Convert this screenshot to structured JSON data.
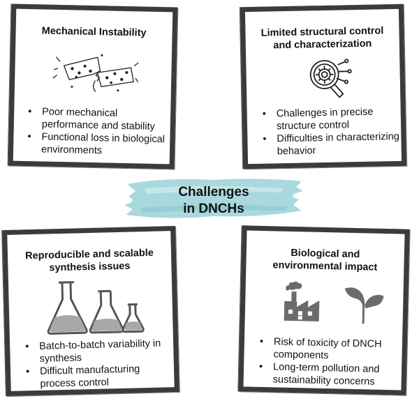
{
  "center": {
    "line1": "Challenges",
    "line2": "in DNCHs"
  },
  "cards": {
    "mechanical": {
      "title": "Mechanical Instability",
      "bullets": [
        "Poor mechanical performance and stability",
        "Functional loss in biological environments"
      ],
      "icon": "broken-strip-icon"
    },
    "structural": {
      "title_line1": "Limited structural control",
      "title_line2": "and characterization",
      "bullets": [
        "Challenges in precise structure control",
        "Difficulties in characterizing behavior"
      ],
      "icon": "magnifier-gear-icon"
    },
    "synthesis": {
      "title_line1": "Reproducible and scalable",
      "title_line2": "synthesis issues",
      "bullets": [
        "Batch-to-batch variability in synthesis",
        "Difficult manufacturing process control"
      ],
      "icon": "flask-icons"
    },
    "impact": {
      "title_line1": "Biological and",
      "title_line2": "environmental impact",
      "bullets": [
        "Risk of toxicity of DNCH components",
        "Long-term pollution and sustainability concerns"
      ],
      "icon": "factory-and-sprout-icons"
    }
  },
  "colors": {
    "frame": "#3b3b3b",
    "banner": "#a9d9de",
    "icon": "#6b6b6b",
    "liquid": "#a8a8a8"
  }
}
